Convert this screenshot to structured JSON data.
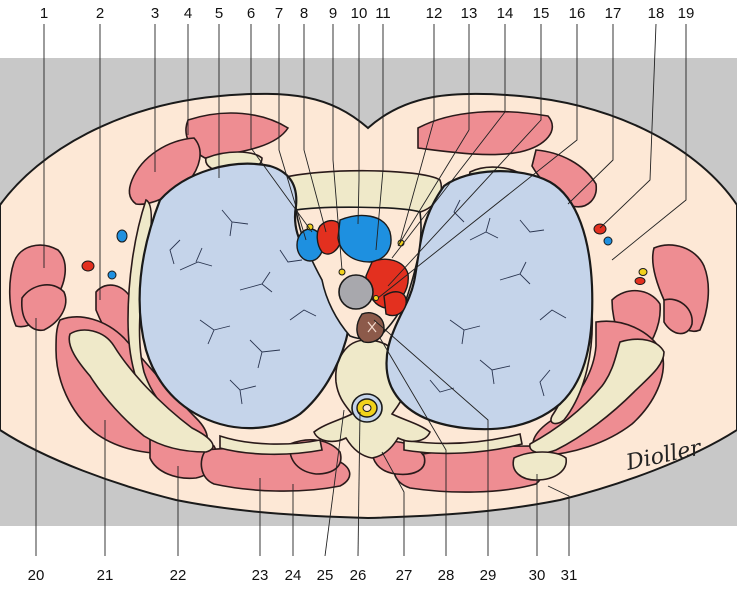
{
  "labels_top": [
    "1",
    "2",
    "3",
    "4",
    "5",
    "6",
    "7",
    "8",
    "9",
    "10",
    "11",
    "12",
    "13",
    "14",
    "15",
    "16",
    "17",
    "18",
    "19"
  ],
  "labels_bottom": [
    "20",
    "21",
    "22",
    "23",
    "24",
    "25",
    "26",
    "27",
    "28",
    "29",
    "30",
    "31"
  ],
  "signature": "Dioller",
  "colors": {
    "background_band": "#c8c8c8",
    "skin": "#fde8d6",
    "muscle": "#ee8d92",
    "bone": "#efe9c9",
    "lung": "#c5d4ea",
    "vein": "#1e90e0",
    "artery": "#e3301f",
    "trachea": "#a8a8ad",
    "esophagus": "#8c5a4a",
    "spinal_cord": "#f2d21c"
  }
}
